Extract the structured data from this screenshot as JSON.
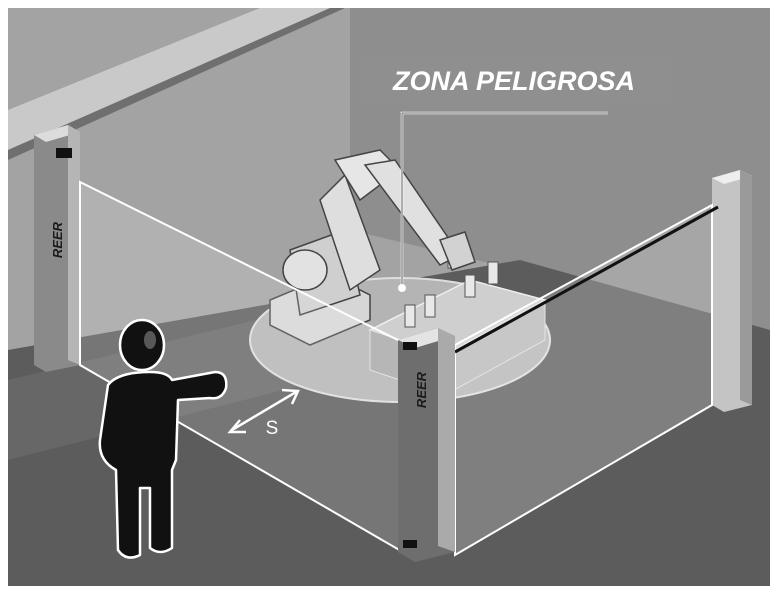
{
  "danger_zone": {
    "label": "ZONA PELIGROSA"
  },
  "light_curtain": {
    "brand": "REER"
  },
  "safety_distance": {
    "label": "S"
  },
  "colors": {
    "background_wall": "#9a9a9a",
    "floor": "#5f5f5f",
    "post": "#7a7a7a",
    "figure": "#111111",
    "label_bg": "#8f8f8f"
  },
  "icons": [
    "person-figure",
    "robot-arm",
    "light-curtain-post",
    "double-arrow"
  ]
}
